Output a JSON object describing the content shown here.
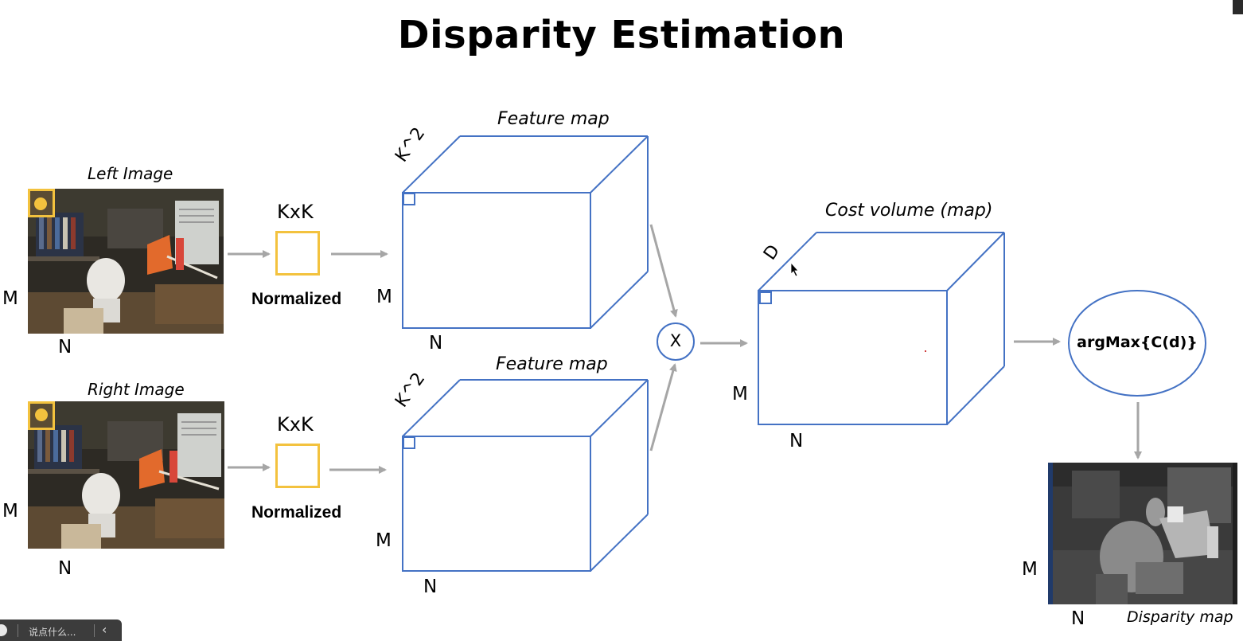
{
  "title": "Disparity Estimation",
  "left_image": {
    "caption": "Left Image",
    "dim_m": "M",
    "dim_n": "N"
  },
  "right_image": {
    "caption": "Right Image",
    "dim_m": "M",
    "dim_n": "N"
  },
  "kernel_top": {
    "label": "KxK",
    "note": "Normalized"
  },
  "kernel_bottom": {
    "label": "KxK",
    "note": "Normalized"
  },
  "feature_map_top": {
    "caption": "Feature map",
    "depth": "K^2",
    "dim_m": "M",
    "dim_n": "N"
  },
  "feature_map_bottom": {
    "caption": "Feature map",
    "depth": "K^2",
    "dim_m": "M",
    "dim_n": "N"
  },
  "multiply": {
    "symbol": "X"
  },
  "cost_volume": {
    "caption": "Cost volume (map)",
    "depth": "D",
    "dim_m": "M",
    "dim_n": "N"
  },
  "argmax": {
    "label": "argMax{C(d)}"
  },
  "disparity_map": {
    "caption": "Disparity map",
    "dim_m": "M",
    "dim_n": "N"
  },
  "bottom_bar": {
    "chat_placeholder": "说点什么...",
    "back_icon": "chevron-left-icon",
    "emoji_icon": "face-icon"
  },
  "colors": {
    "box_outline": "#4472c4",
    "kernel": "#f3c23e",
    "arrow": "#a6a6a6"
  }
}
